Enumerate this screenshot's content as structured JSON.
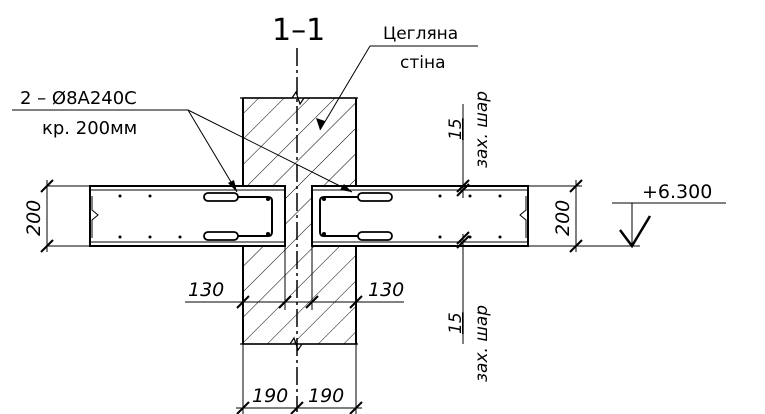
{
  "section_label": "1–1",
  "wall_label": {
    "line1": "Цегляна",
    "line2": "стіна"
  },
  "rebar_label": {
    "line1": "2 – Ø8A240C",
    "line2": "кр. 200мм"
  },
  "slab_thickness_left": "200",
  "slab_thickness_right": "200",
  "cover_top": {
    "value": "15",
    "text": "зах. шар"
  },
  "cover_bottom": {
    "value": "15",
    "text": "зах. шар"
  },
  "bearing_left": "130",
  "bearing_right": "130",
  "wall_half_left": "190",
  "wall_half_right": "190",
  "elevation_mark": "+6.300"
}
